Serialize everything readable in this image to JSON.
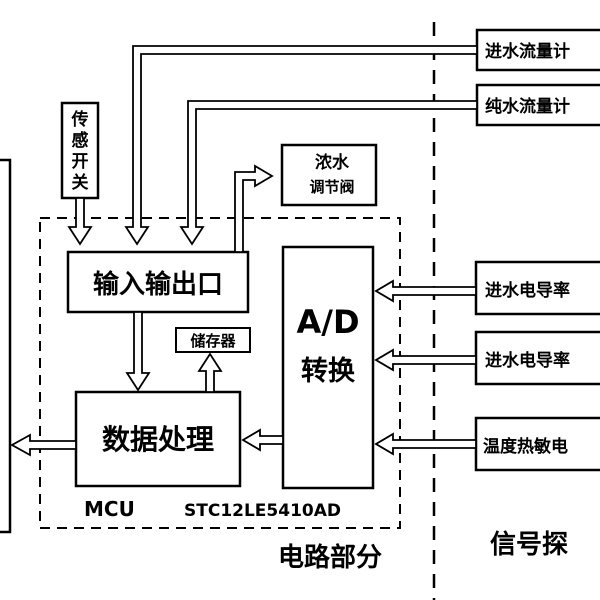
{
  "blocks": {
    "io_port": "输入输出口",
    "data_processing": "数据处理",
    "ad_line1": "A/D",
    "ad_line2": "转换",
    "storage": "储存器",
    "sensor_switch": [
      "传",
      "感",
      "开",
      "关"
    ],
    "valve_line1": "浓水",
    "valve_line2": "调节阀",
    "inlet_flow": "进水流量计",
    "pure_flow": "纯水流量计",
    "conductivity_1": "进水电导率",
    "conductivity_2": "进水电导率",
    "thermistor": "温度热敏电"
  },
  "labels": {
    "mcu": "MCU",
    "chip": "STC12LE5410AD",
    "circuit_part": "电路部分",
    "signal_probe": "信号探"
  }
}
